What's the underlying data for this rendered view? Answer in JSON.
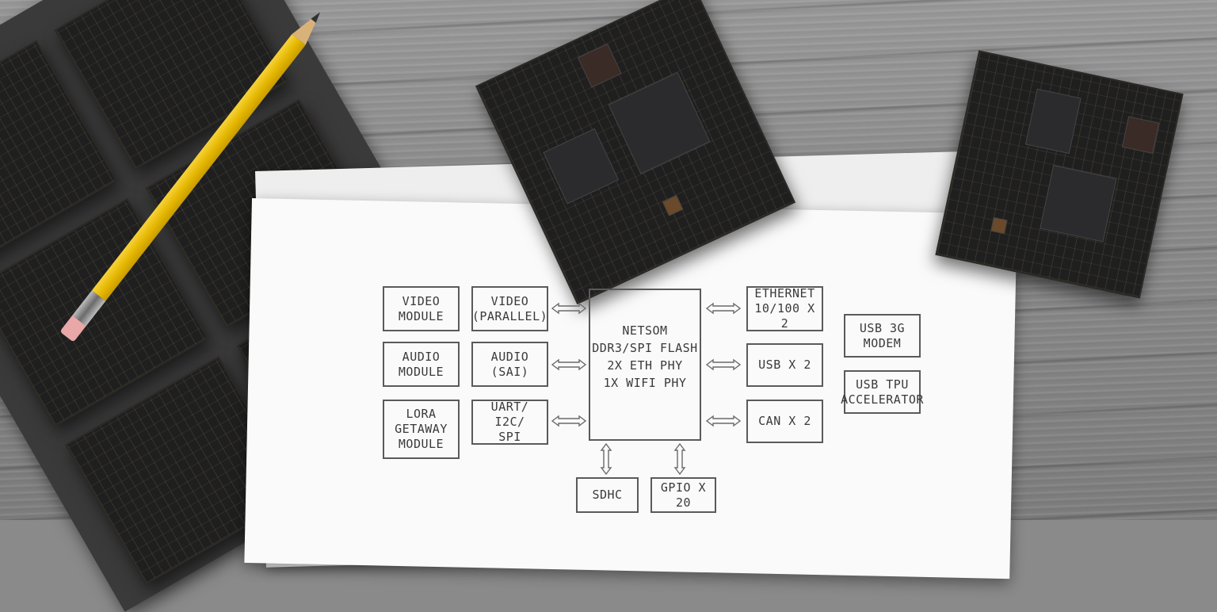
{
  "diagram": {
    "left_column": [
      "VIDEO\nMODULE",
      "AUDIO\nMODULE",
      "LORA\nGETAWAY\nMODULE"
    ],
    "interfaces": [
      "VIDEO\n(PARALLEL)",
      "AUDIO\n(SAI)",
      "UART/ I2C/\nSPI"
    ],
    "core": "NETSOM\nDDR3/SPI FLASH\n2X ETH PHY\n1X WIFI PHY",
    "right_interfaces": [
      "ETHERNET\n10/100 X 2",
      "USB X 2",
      "CAN X 2"
    ],
    "usb_devices": [
      "USB 3G\nMODEM",
      "USB TPU\nACCELERATOR"
    ],
    "bottom": [
      "SDHC",
      "GPIO X 20"
    ]
  },
  "colors": {
    "ink": "#5a5a5a",
    "paper": "#fafafa",
    "board": "#1f1f1f",
    "pencil": "#e4b600"
  }
}
